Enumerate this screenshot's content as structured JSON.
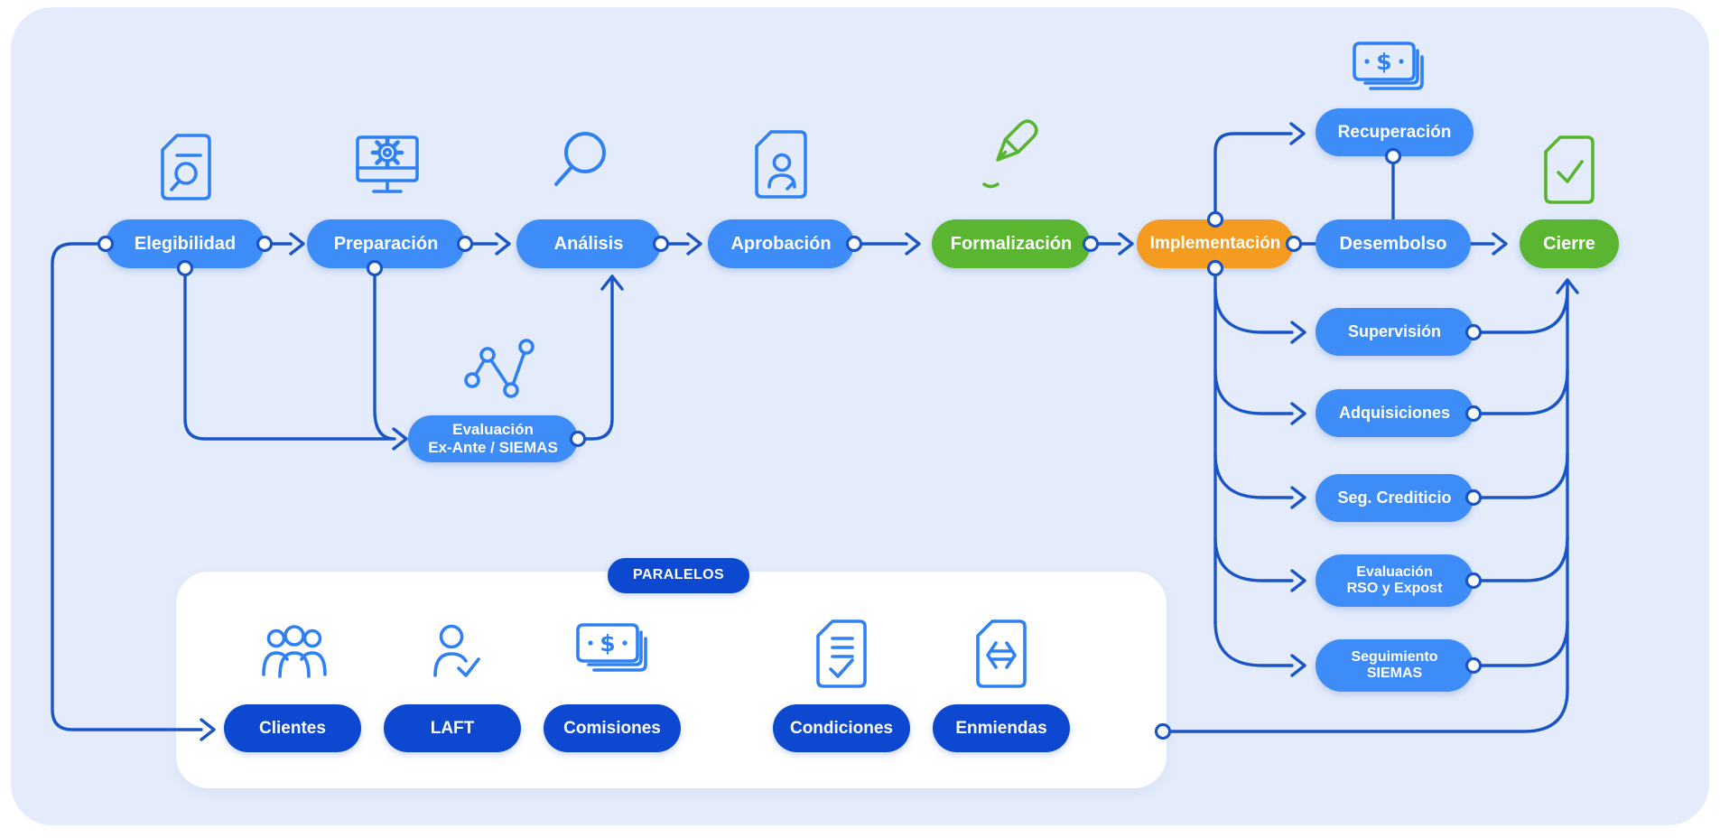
{
  "panel": {
    "page_bg": "#ffffff",
    "bg": "#e4ecfb",
    "card_bg": "#ffffff"
  },
  "colors": {
    "stage_blue": "#3e8cf7",
    "stage_green": "#5ab630",
    "stage_orange": "#f59b1f",
    "dark_blue": "#0c49d0",
    "connector": "#1a55c8",
    "icon_blue": "#2f80f2",
    "icon_green": "#56b62c",
    "pill_text": "#ffffff"
  },
  "stages": [
    {
      "label": "Elegibilidad"
    },
    {
      "label": "Preparación"
    },
    {
      "label": "Análisis"
    },
    {
      "label": "Aprobación"
    },
    {
      "label": "Formalización"
    },
    {
      "label": "Implementación"
    },
    {
      "label": "Desembolso"
    },
    {
      "label": "Cierre"
    }
  ],
  "evaluacion_exante": {
    "line1": "Evaluación",
    "line2": "Ex-Ante / SIEMAS"
  },
  "recuperacion": {
    "label": "Recuperación"
  },
  "implementation_branches": [
    {
      "label": "Supervisión"
    },
    {
      "label": "Adquisiciones"
    },
    {
      "label": "Seg. Crediticio"
    },
    {
      "line1": "Evaluación",
      "line2": "RSO y Expost"
    },
    {
      "line1": "Seguimiento",
      "line2": "SIEMAS"
    }
  ],
  "paralelos": {
    "title": "PARALELOS",
    "items": [
      {
        "label": "Clientes"
      },
      {
        "label": "LAFT"
      },
      {
        "label": "Comisiones"
      },
      {
        "label": "Condiciones"
      },
      {
        "label": "Enmiendas"
      }
    ]
  },
  "icons": {
    "elegibilidad": "document-search-icon",
    "preparacion": "monitor-gear-icon",
    "analisis": "magnifier-icon",
    "aprobacion": "document-person-icon",
    "formalizacion": "pen-icon",
    "evaluacion_exante": "line-chart-icon",
    "recuperacion": "money-bills-icon",
    "cierre": "document-check-icon",
    "clientes": "people-icon",
    "laft": "person-check-icon",
    "comisiones": "money-bills-icon",
    "condiciones": "document-checklist-icon",
    "enmiendas": "document-swap-icon",
    "money_symbol": "$"
  }
}
